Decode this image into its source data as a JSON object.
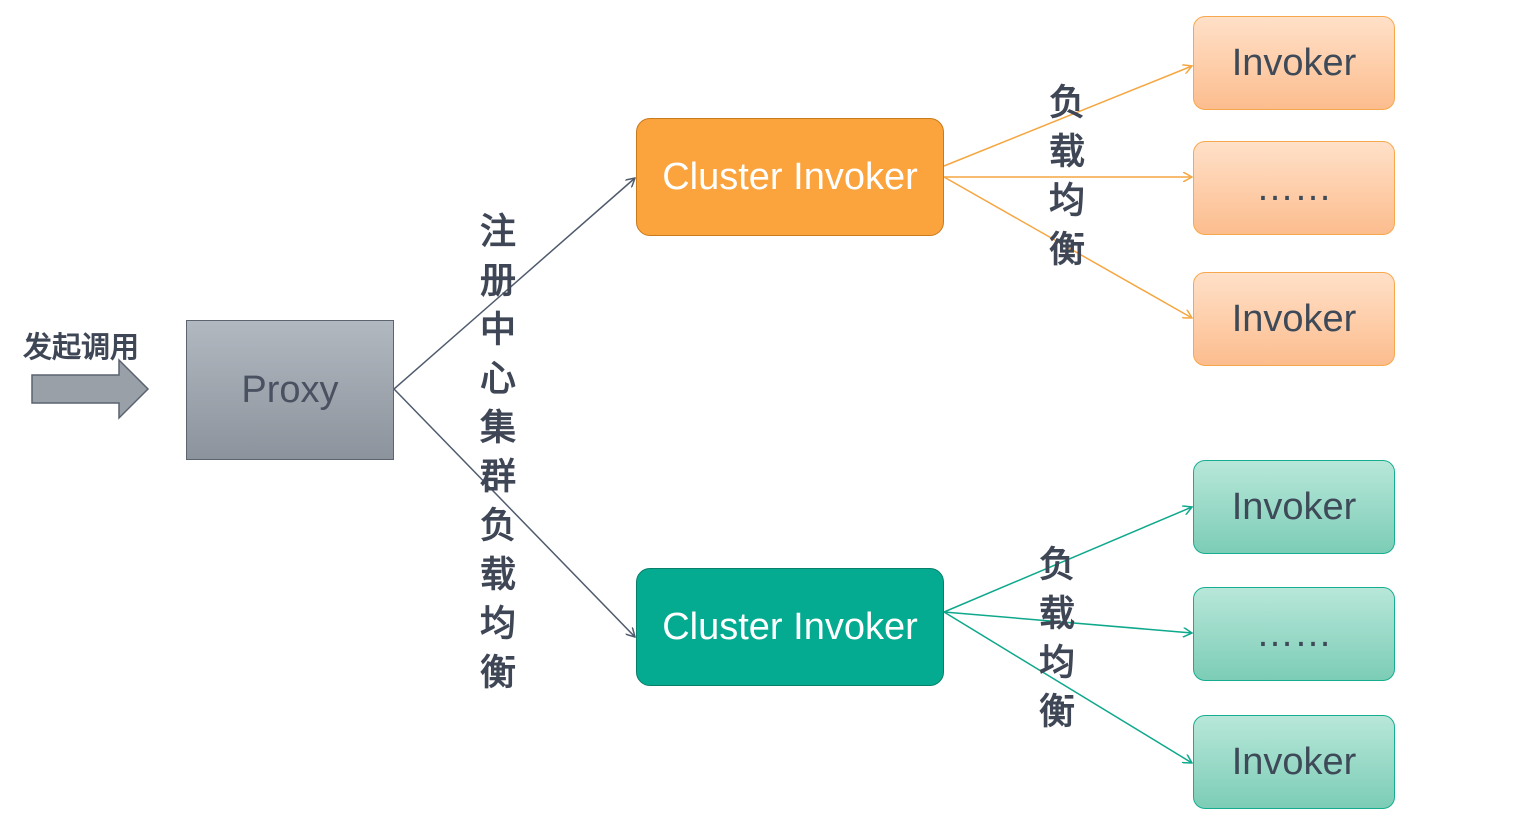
{
  "labels": {
    "start_call": "发起调用",
    "registry_lb": "注册中心集群负载均衡",
    "lb_top": "负载均衡",
    "lb_bottom": "负载均衡"
  },
  "nodes": {
    "proxy": "Proxy",
    "cluster_top": "Cluster Invoker",
    "cluster_bottom": "Cluster Invoker",
    "invokers_top": [
      "Invoker",
      "……",
      "Invoker"
    ],
    "invokers_bottom": [
      "Invoker",
      "……",
      "Invoker"
    ]
  },
  "colors": {
    "orange_accent": "#fba33d",
    "green_accent": "#04ab90",
    "gray_node": "#9aa0a8",
    "edge_gray": "#4f5b6d"
  }
}
